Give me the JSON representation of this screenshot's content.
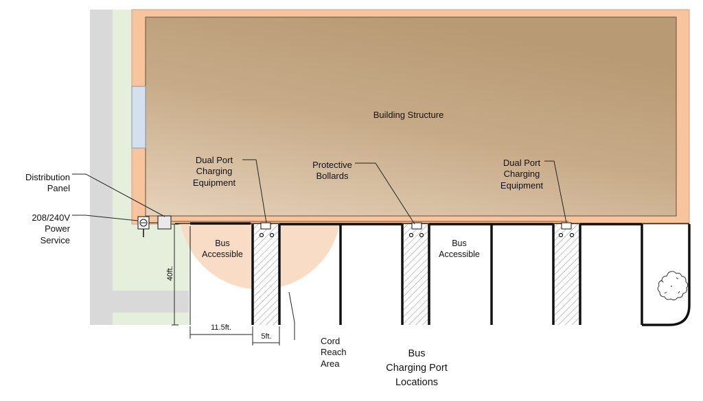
{
  "labels": {
    "building": "Building Structure",
    "dual_port_left": "Dual Port\nCharging\nEquipment",
    "bollards": "Protective\nBollards",
    "dual_port_right": "Dual Port\nCharging\nEquipment",
    "distribution_panel": "Distribution\nPanel",
    "power_service": "208/240V\nPower\nService",
    "bus_accessible_left": "Bus\nAccessible",
    "bus_accessible_right": "Bus\nAccessible",
    "cord_reach": "Cord\nReach\nArea",
    "caption": "Bus\nCharging Port\nLocations"
  },
  "dimensions": {
    "depth": "40ft.",
    "stall_width": "11.5ft.",
    "aisle_width": "5ft."
  },
  "colors": {
    "building_fill": "#c8ad8a",
    "building_outline": "#f5b98b",
    "sidewalk": "#e6efdc",
    "road": "#d9d9d9",
    "window": "#d5e0ee",
    "cord_reach": "#f8d8c0",
    "hatch": "#999999"
  }
}
